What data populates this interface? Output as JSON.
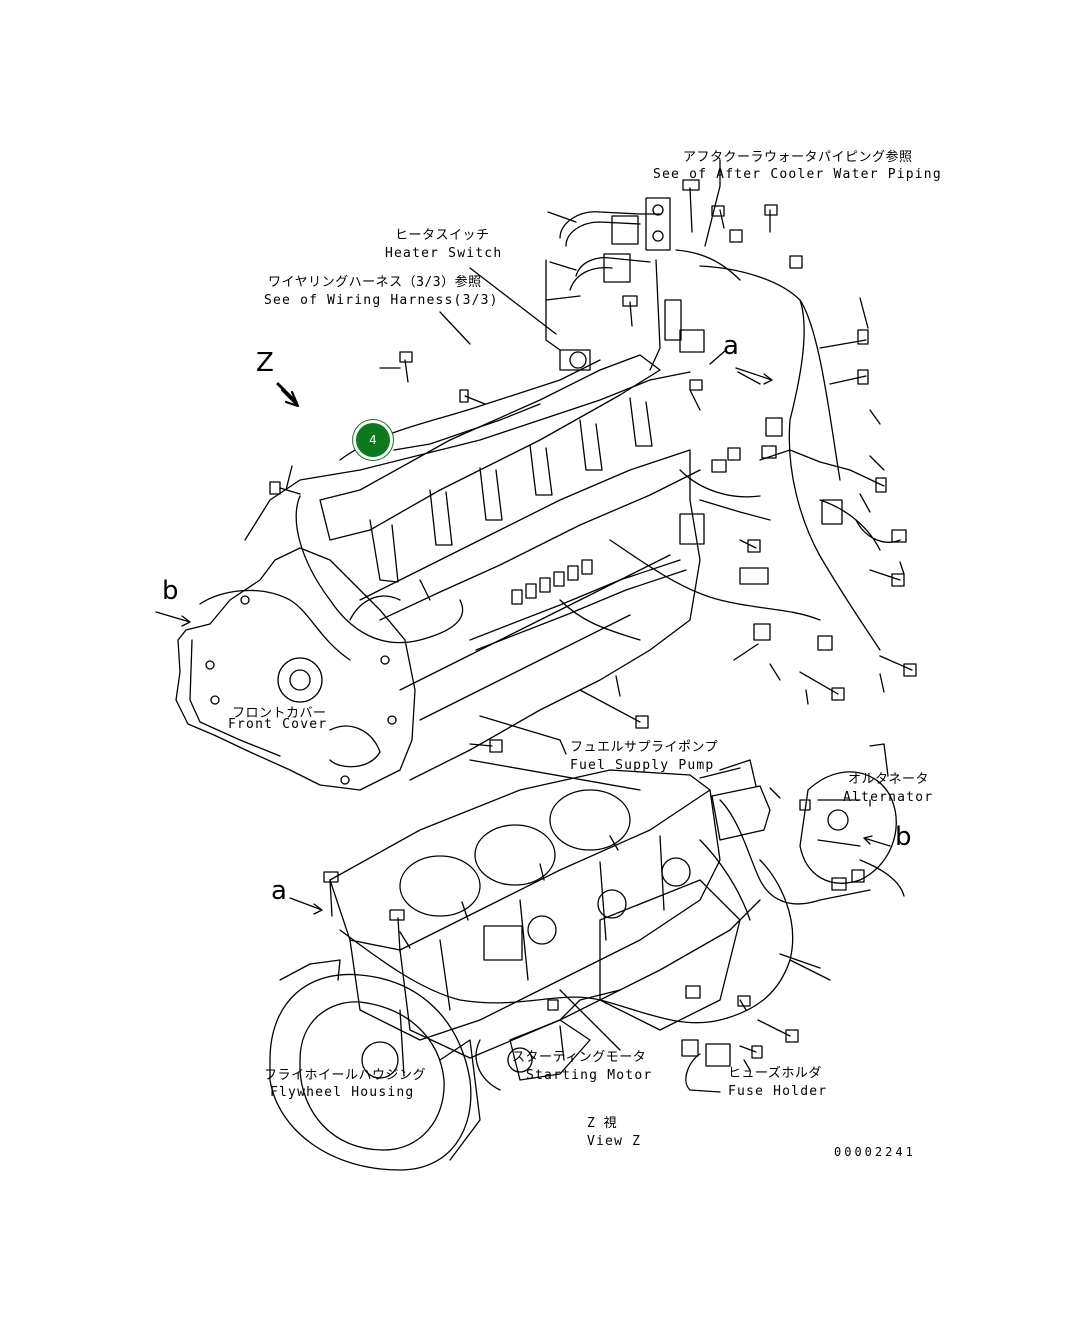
{
  "labels": {
    "after_cooler_jp": "アフタクーラウォータパイピング参照",
    "after_cooler_en": "See of After Cooler Water Piping",
    "heater_switch_jp": "ヒータスイッチ",
    "heater_switch_en": "Heater Switch",
    "wiring_harness_jp": "ワイヤリングハーネス（3/3）参照",
    "wiring_harness_en": "See of Wiring Harness(3/3)",
    "front_cover_jp": "フロントカバー",
    "front_cover_en": "Front Cover",
    "fuel_pump_jp": "フュエルサプライポンプ",
    "fuel_pump_en": "Fuel Supply Pump",
    "alternator_jp": "オルタネータ",
    "alternator_en": "Alternator",
    "starting_motor_jp": "スターティングモータ",
    "starting_motor_en": "Starting Motor",
    "flywheel_jp": "フライホイールハウジング",
    "flywheel_en": "Flywheel Housing",
    "fuse_holder_jp": "ヒューズホルダ",
    "fuse_holder_en": "Fuse Holder",
    "view_z_jp": "Z 視",
    "view_z_en": "View Z",
    "z_marker": "Z",
    "a_upper": "a",
    "a_lower": "a",
    "b_left": "b",
    "b_right": "b",
    "drawing_number": "00002241"
  },
  "callout": {
    "number": "4",
    "color": "#0a7a1c"
  }
}
